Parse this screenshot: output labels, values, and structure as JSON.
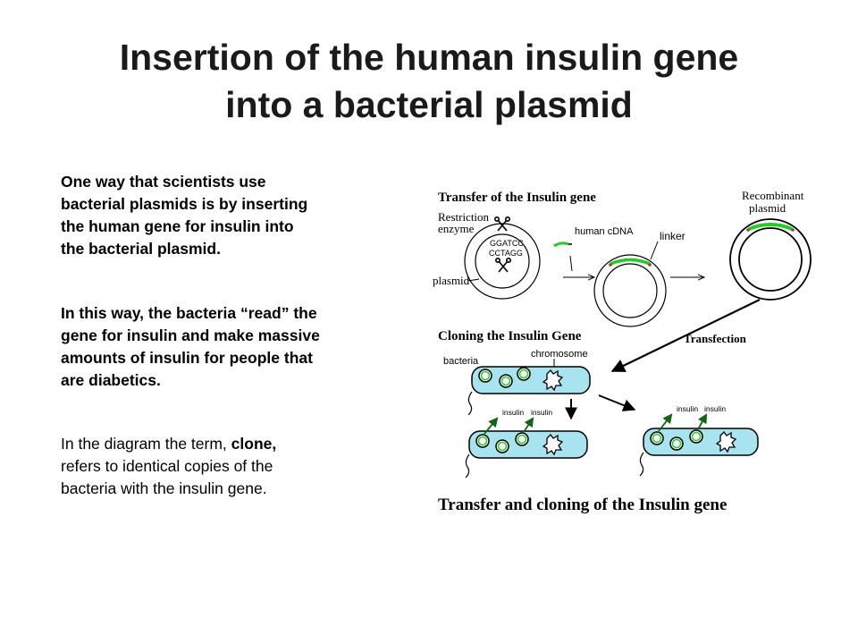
{
  "title": {
    "line1": "Insertion of the human insulin gene",
    "line2": "into a bacterial plasmid"
  },
  "body": {
    "para1_lines": [
      "One way that scientists use",
      "bacterial plasmids is by inserting",
      "the human gene for insulin into",
      "the bacterial plasmid."
    ],
    "para2_lines": [
      "In this way, the bacteria “read” the",
      "gene for insulin and make massive",
      "amounts of insulin for people that",
      "are diabetics."
    ],
    "para3": {
      "line1_pre": "In the diagram the term, ",
      "keyword": "clone,",
      "line2": "refers to identical copies of the",
      "line3": "bacteria with the insulin gene."
    }
  },
  "diagram": {
    "section_transfer": "Transfer of the Insulin gene",
    "restriction_line1": "Restriction",
    "restriction_line2": "enzyme",
    "seq_top": "GGATCC",
    "seq_bottom": "CCTAGG",
    "plasmid_label": "plasmid",
    "human_cdna": "human cDNA",
    "linker": "linker",
    "recombinant_line1": "Recombinant",
    "recombinant_line2": "plasmid",
    "section_cloning": "Cloning the Insulin Gene",
    "transfection": "Transfection",
    "bacteria": "bacteria",
    "chromosome": "chromosome",
    "insulin": "insulin",
    "caption": "Transfer and cloning of the Insulin gene",
    "colors": {
      "cytoplasm": "#a8e4ef",
      "insulin_gene": "#22cc22",
      "arrow_green": "#116611"
    }
  }
}
